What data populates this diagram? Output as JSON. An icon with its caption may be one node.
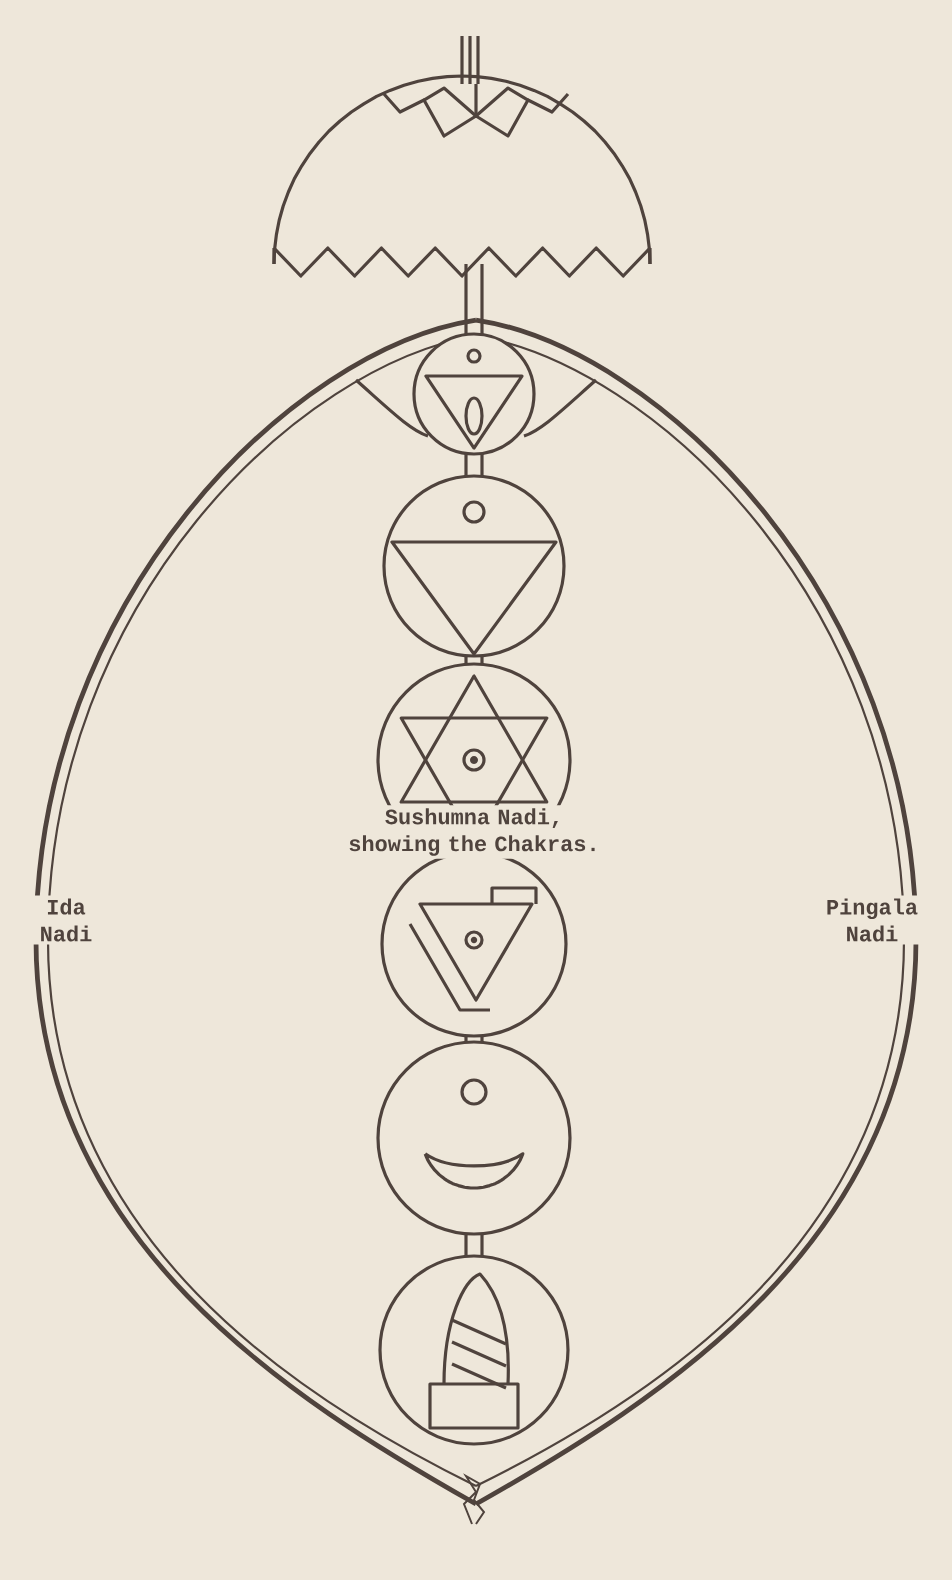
{
  "diagram": {
    "labels": [
      "Sushumna Nadi, showing the Chakras.",
      "Ida Nadi",
      "Pingala Nadi"
    ]
  }
}
